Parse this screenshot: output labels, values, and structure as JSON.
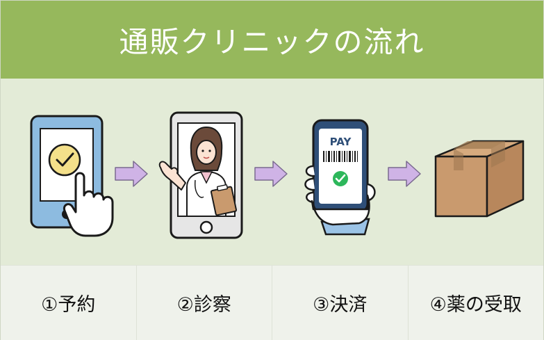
{
  "header": {
    "title": "通販クリニックの流れ"
  },
  "steps": [
    {
      "label": "①予約",
      "icon": "smartphone-tap-check-icon"
    },
    {
      "label": "②診察",
      "icon": "smartphone-doctor-icon"
    },
    {
      "label": "③決済",
      "icon": "phone-pay-icon",
      "screen_text": "PAY"
    },
    {
      "label": "④薬の受取",
      "icon": "cardboard-box-icon"
    }
  ],
  "colors": {
    "header": "#96b85c",
    "panel": "#e3ebd7",
    "phone_blue": "#8dbbe0",
    "arrow": "#cfb3e6",
    "check_yellow": "#f4e08a",
    "check_green": "#2db75b",
    "box": "#c99a6e"
  }
}
